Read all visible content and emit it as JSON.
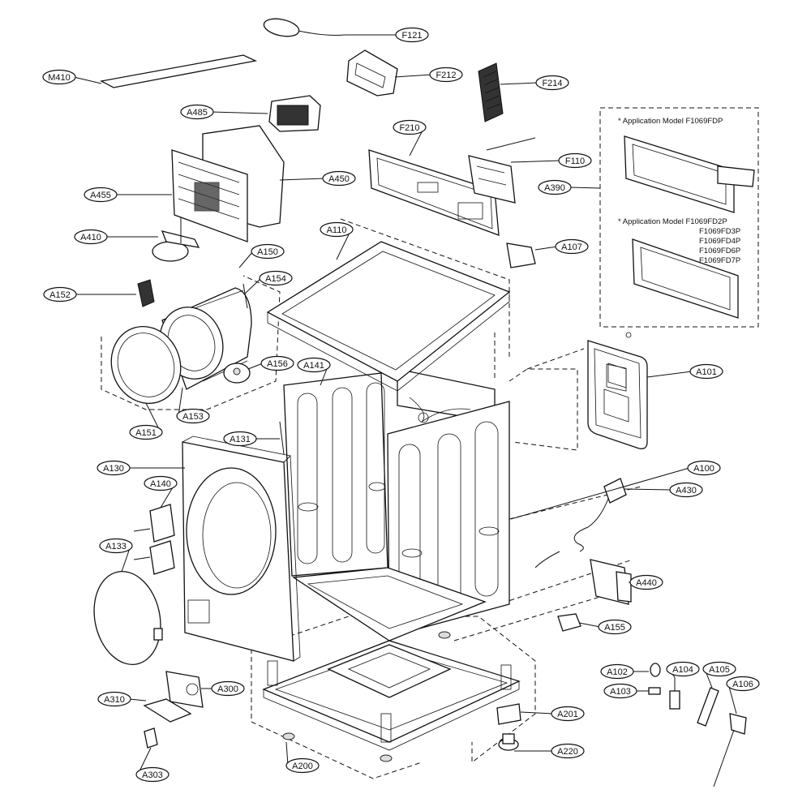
{
  "notes": {
    "app1": "* Application Model  F1069FDP",
    "app2": "* Application Model  F1069FD2P",
    "app2_models": [
      "F1069FD3P",
      "F1069FD4P",
      "F1069FD6P",
      "F1069FD7P"
    ]
  },
  "labels": [
    {
      "id": "F121",
      "text": "F121"
    },
    {
      "id": "M410",
      "text": "M410"
    },
    {
      "id": "F212",
      "text": "F212"
    },
    {
      "id": "F214",
      "text": "F214"
    },
    {
      "id": "A485",
      "text": "A485"
    },
    {
      "id": "F210",
      "text": "F210"
    },
    {
      "id": "F110",
      "text": "F110"
    },
    {
      "id": "A450",
      "text": "A450"
    },
    {
      "id": "A390",
      "text": "A390"
    },
    {
      "id": "A455",
      "text": "A455"
    },
    {
      "id": "A110",
      "text": "A110"
    },
    {
      "id": "A410",
      "text": "A410"
    },
    {
      "id": "A150",
      "text": "A150"
    },
    {
      "id": "A107",
      "text": "A107"
    },
    {
      "id": "A154",
      "text": "A154"
    },
    {
      "id": "A152",
      "text": "A152"
    },
    {
      "id": "A156",
      "text": "A156"
    },
    {
      "id": "A141",
      "text": "A141"
    },
    {
      "id": "A101",
      "text": "A101"
    },
    {
      "id": "A151",
      "text": "A151"
    },
    {
      "id": "A153",
      "text": "A153"
    },
    {
      "id": "A131",
      "text": "A131"
    },
    {
      "id": "A130",
      "text": "A130"
    },
    {
      "id": "A100",
      "text": "A100"
    },
    {
      "id": "A140",
      "text": "A140"
    },
    {
      "id": "A430",
      "text": "A430"
    },
    {
      "id": "A133",
      "text": "A133"
    },
    {
      "id": "A440",
      "text": "A440"
    },
    {
      "id": "A155",
      "text": "A155"
    },
    {
      "id": "A102",
      "text": "A102"
    },
    {
      "id": "A104",
      "text": "A104"
    },
    {
      "id": "A105",
      "text": "A105"
    },
    {
      "id": "A106",
      "text": "A106"
    },
    {
      "id": "A103",
      "text": "A103"
    },
    {
      "id": "A300",
      "text": "A300"
    },
    {
      "id": "A310",
      "text": "A310"
    },
    {
      "id": "A201",
      "text": "A201"
    },
    {
      "id": "A220",
      "text": "A220"
    },
    {
      "id": "A200",
      "text": "A200"
    },
    {
      "id": "A303",
      "text": "A303"
    }
  ]
}
